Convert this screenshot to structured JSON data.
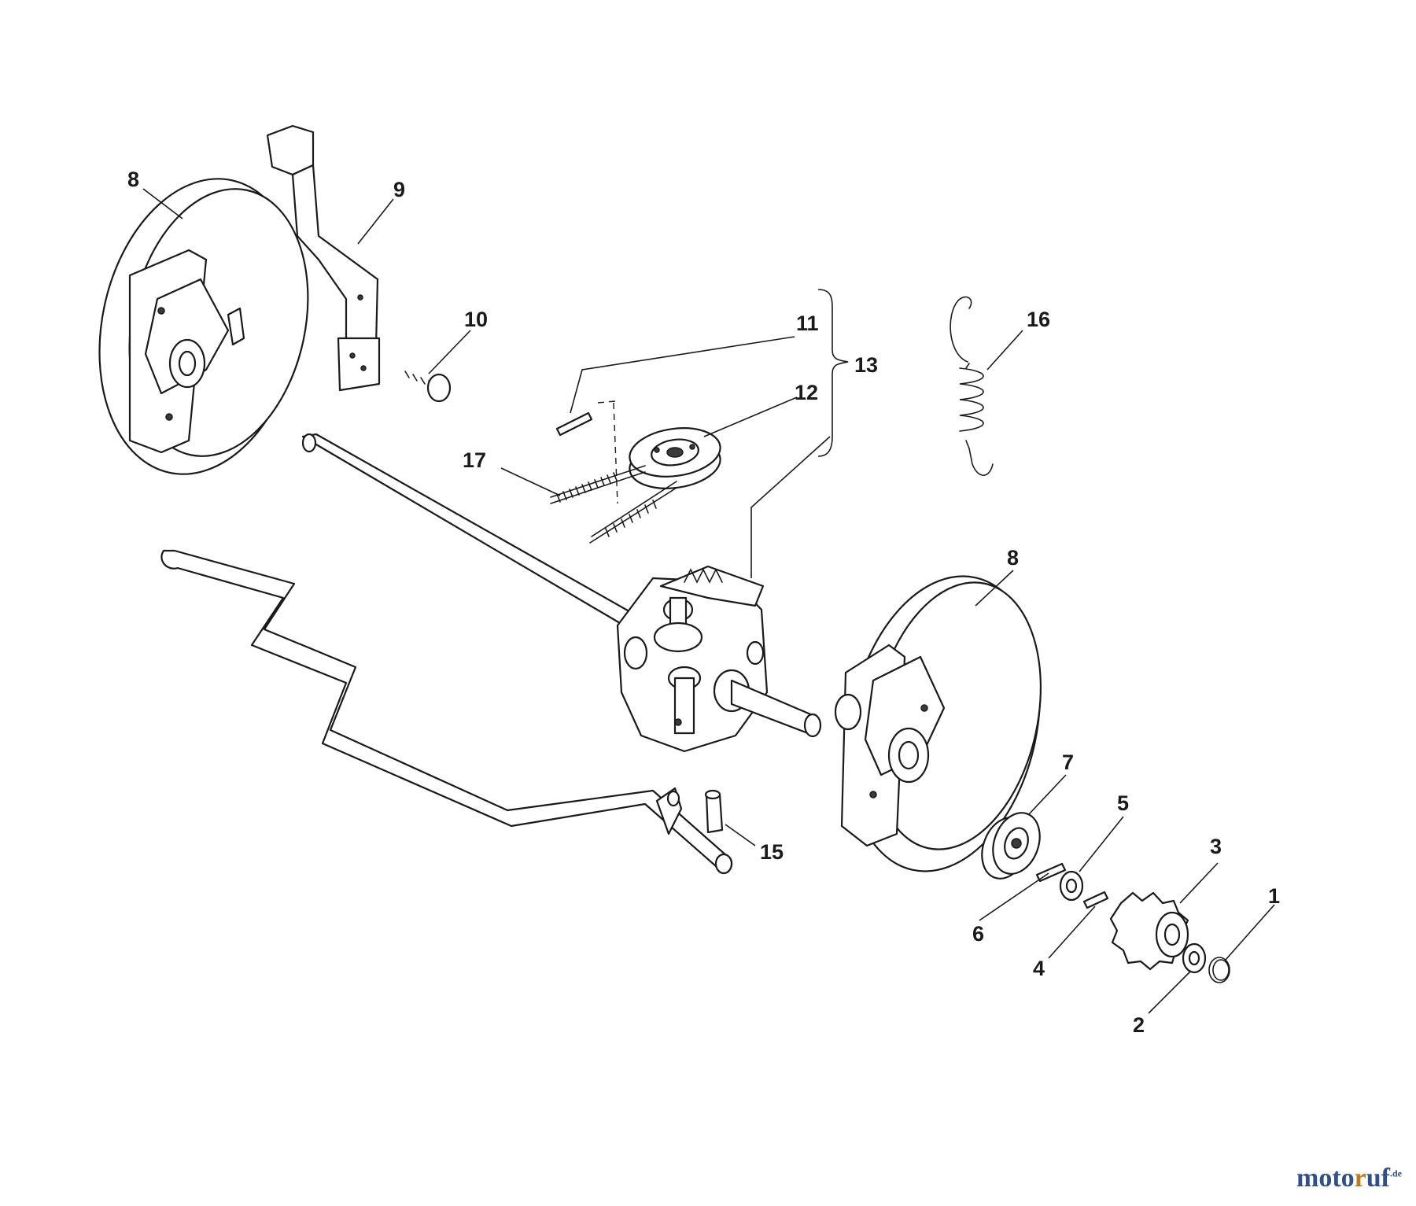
{
  "callouts": {
    "c1": "1",
    "c2": "2",
    "c3": "3",
    "c4": "4",
    "c5": "5",
    "c6": "6",
    "c7": "7",
    "c8a": "8",
    "c8b": "8",
    "c9": "9",
    "c10": "10",
    "c11": "11",
    "c12": "12",
    "c13": "13",
    "c15": "15",
    "c16": "16",
    "c17": "17"
  },
  "watermark": {
    "part1": "moto",
    "part2": "r",
    "part3": "uf",
    "suffix": ".de"
  },
  "colors": {
    "line": "#1a1a1a",
    "brand_blue": "#2f4f8f",
    "brand_orange": "#c07a1a"
  }
}
